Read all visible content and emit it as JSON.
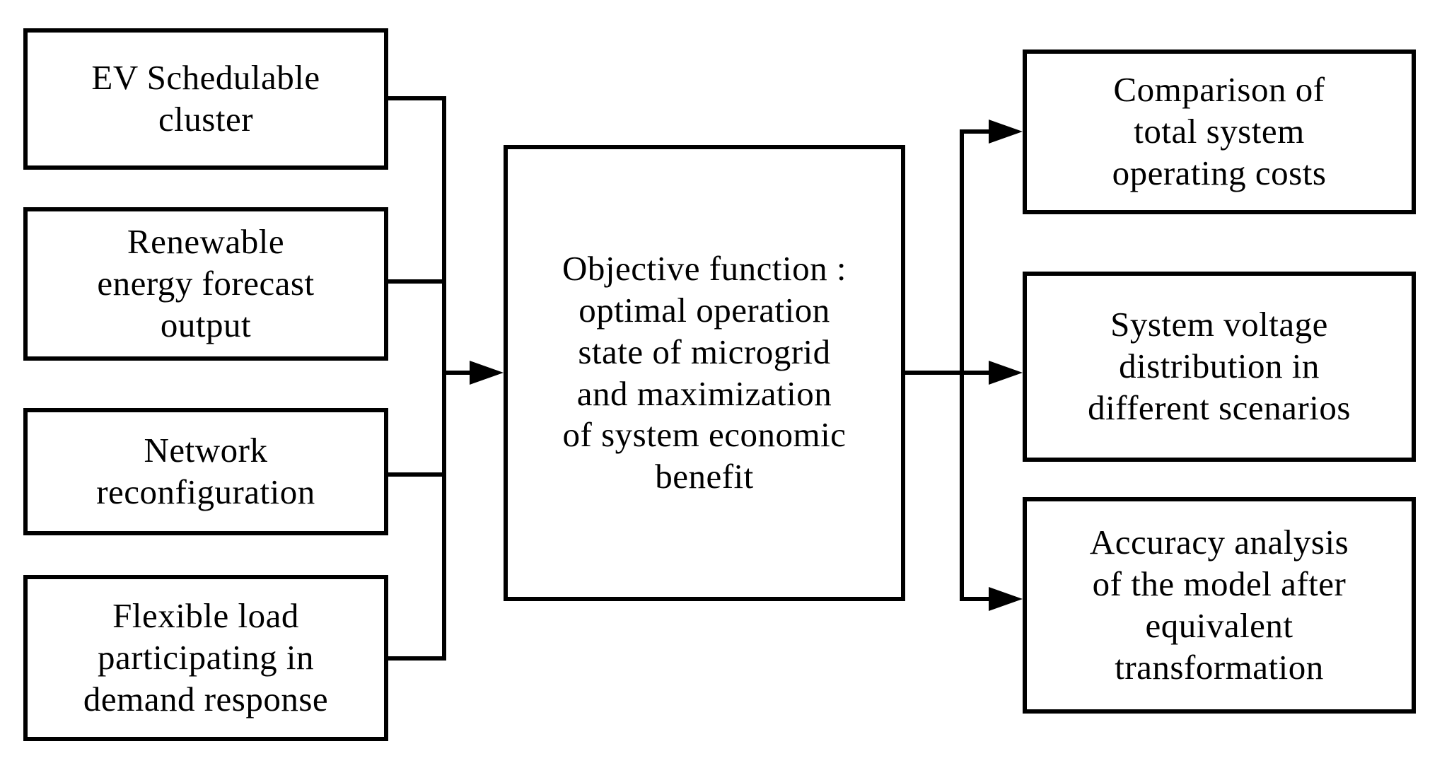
{
  "diagram": {
    "background_color": "#ffffff",
    "line_color": "#000000",
    "text_color": "#000000",
    "left_boxes": [
      {
        "label": "EV Schedulable\ncluster"
      },
      {
        "label": "Renewable\nenergy forecast\noutput"
      },
      {
        "label": "Network\nreconfiguration"
      },
      {
        "label": "Flexible load\nparticipating in\ndemand response"
      }
    ],
    "center_box": {
      "label": "Objective function :\noptimal operation\nstate of microgrid\nand maximization\nof system economic\nbenefit"
    },
    "right_boxes": [
      {
        "label": "Comparison of\ntotal system\noperating costs"
      },
      {
        "label": "System voltage\ndistribution in\ndifferent scenarios"
      },
      {
        "label": "Accuracy analysis\nof the model after\nequivalent\ntransformation"
      }
    ]
  }
}
